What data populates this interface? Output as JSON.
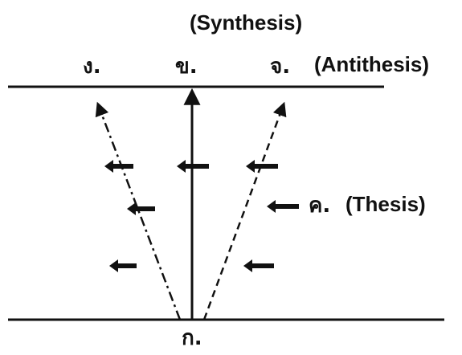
{
  "labels": {
    "synthesis": "(Synthesis)",
    "antithesis": "(Antithesis)",
    "thesis": "(Thesis)",
    "left_top": "ง.",
    "center_top": "ข.",
    "right_top": "จ.",
    "thesis_letter": "ค.",
    "bottom": "ก."
  },
  "colors": {
    "ink": "#111111",
    "background": "#ffffff"
  },
  "icons": {
    "arrow": "left-arrow-icon"
  }
}
